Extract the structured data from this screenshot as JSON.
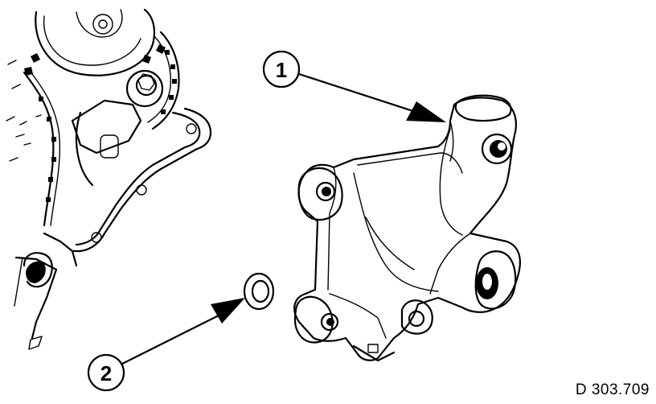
{
  "callouts": [
    {
      "number": "1",
      "target": "bracket-lug"
    },
    {
      "number": "2",
      "target": "washer"
    }
  ],
  "reference_code": "D 303.709"
}
